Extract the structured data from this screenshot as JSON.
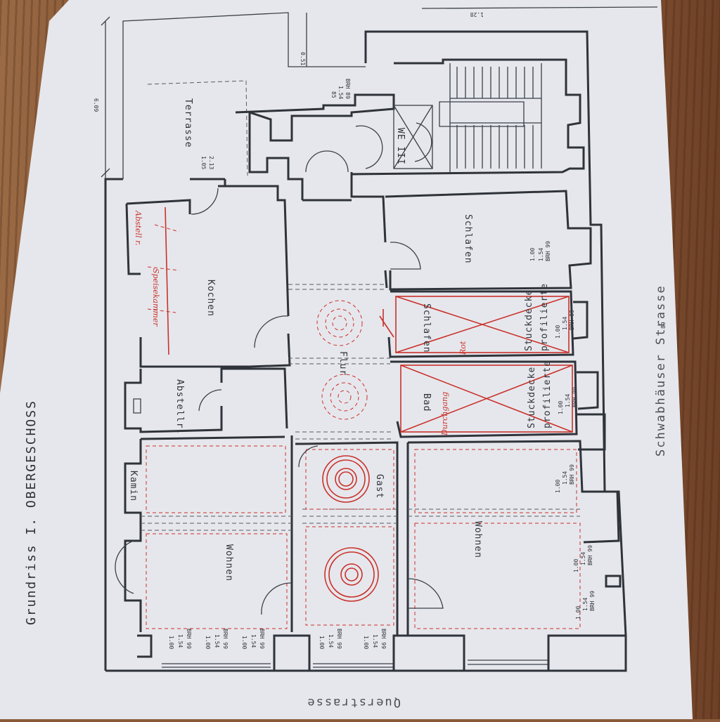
{
  "plan": {
    "title": "Grundriss I. OBERGESCHOSS",
    "rooms": {
      "terrasse": "Terrasse",
      "kochen": "Kochen",
      "flur": "Flur",
      "schlafen_big": "Schlafen",
      "schlafen_small": "Schlafen",
      "bad": "Bad",
      "abstellr": "Abstellr.",
      "kamin": "Kamin",
      "wohnen_left": "Wohnen",
      "gast": "Gast",
      "wohnen_right": "Wohnen",
      "we": "WE III"
    },
    "ceiling_notes": {
      "upper_1": "profilierte",
      "upper_2": "Stuckdecke",
      "lower_1": "profilierte",
      "lower_2": "Stuckdecke"
    },
    "streets": {
      "bottom": "Querstrasse",
      "right": "Schwabhäuser Strasse"
    },
    "dimensions": {
      "d1": "1.00",
      "d2": "1.54",
      "d3": "BRH 99",
      "terrace_door_1": "1.05",
      "terrace_door_2": "2.13",
      "left_width": "6.09",
      "top_small": "0.51",
      "top_right": "1.28",
      "right_num": "89",
      "stair_1": "85",
      "stair_2": "1.54",
      "stair_3": "BRH 89"
    },
    "handwritten": {
      "speise": "Speisekammer",
      "abstell2": "Abstell r.",
      "rot": "Rot",
      "durchg": "Durchgang"
    }
  }
}
